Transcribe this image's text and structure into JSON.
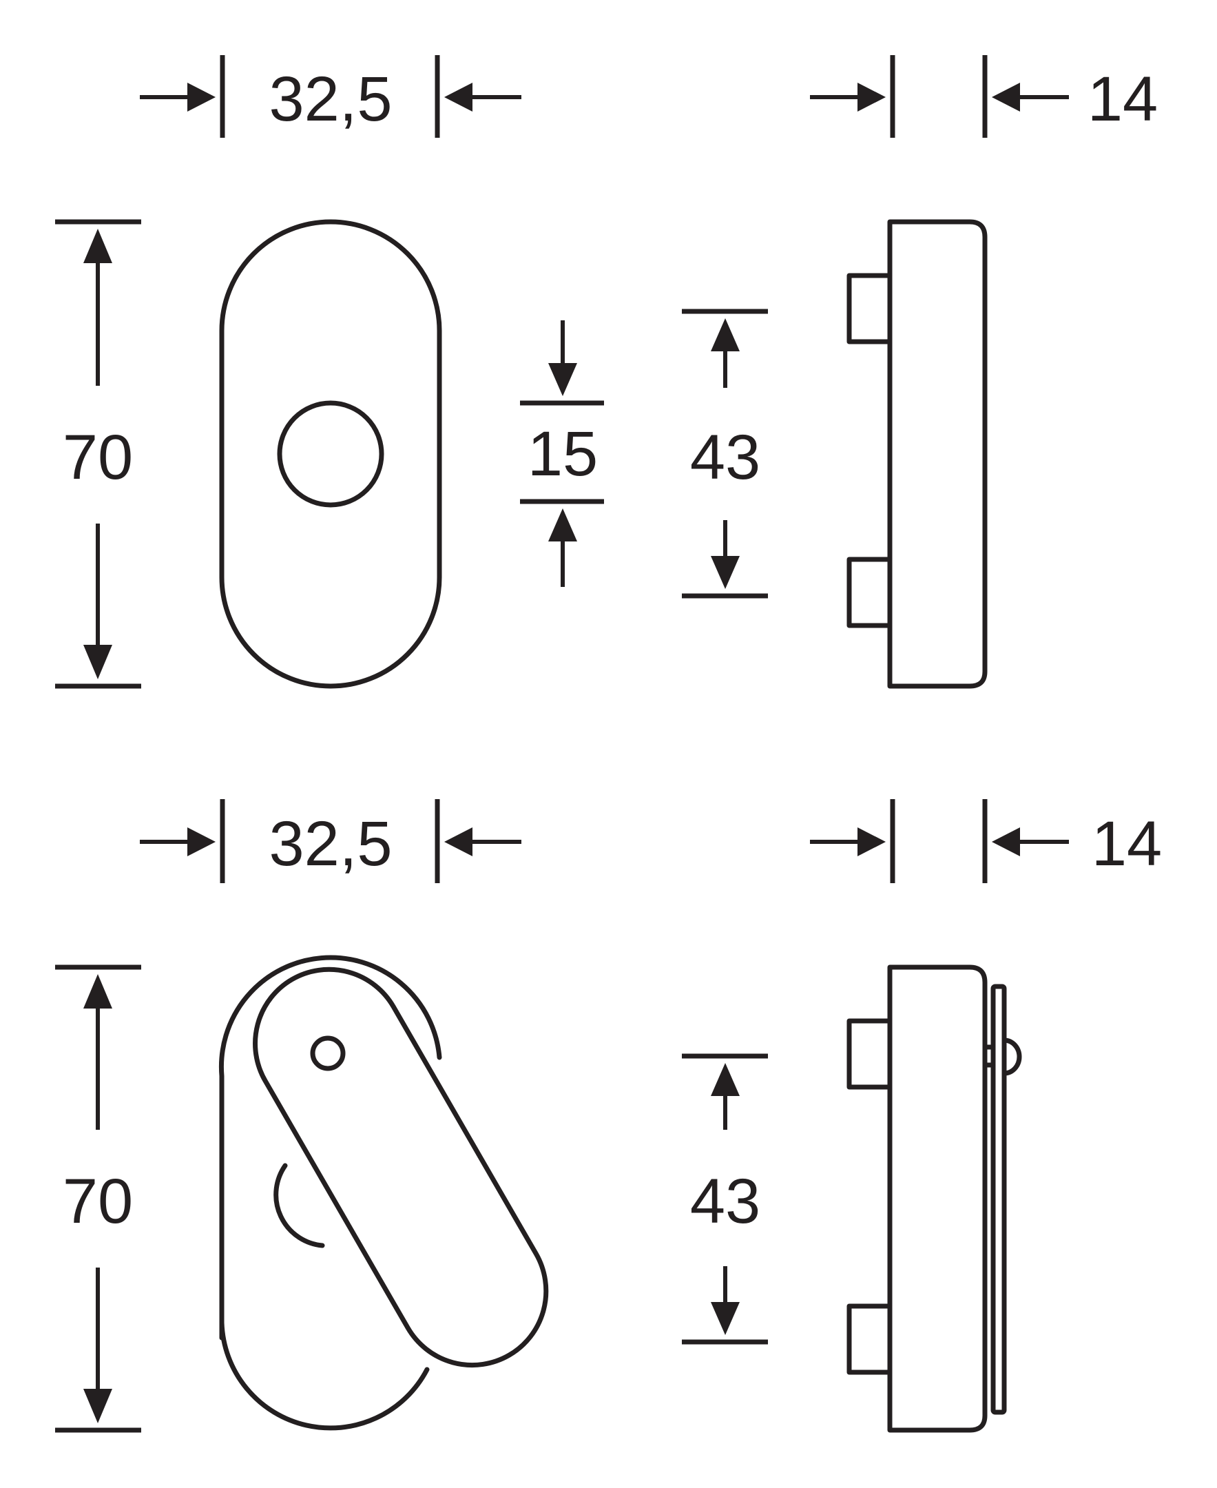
{
  "colors": {
    "line": "#231f20",
    "background": "#ffffff"
  },
  "top_view": {
    "front": {
      "width_label": "32,5",
      "height_label": "70",
      "hole_label": "15"
    },
    "side": {
      "depth_label": "14",
      "spacing_label": "43"
    }
  },
  "bottom_view": {
    "front": {
      "width_label": "32,5",
      "height_label": "70"
    },
    "side": {
      "depth_label": "14",
      "spacing_label": "43"
    }
  }
}
